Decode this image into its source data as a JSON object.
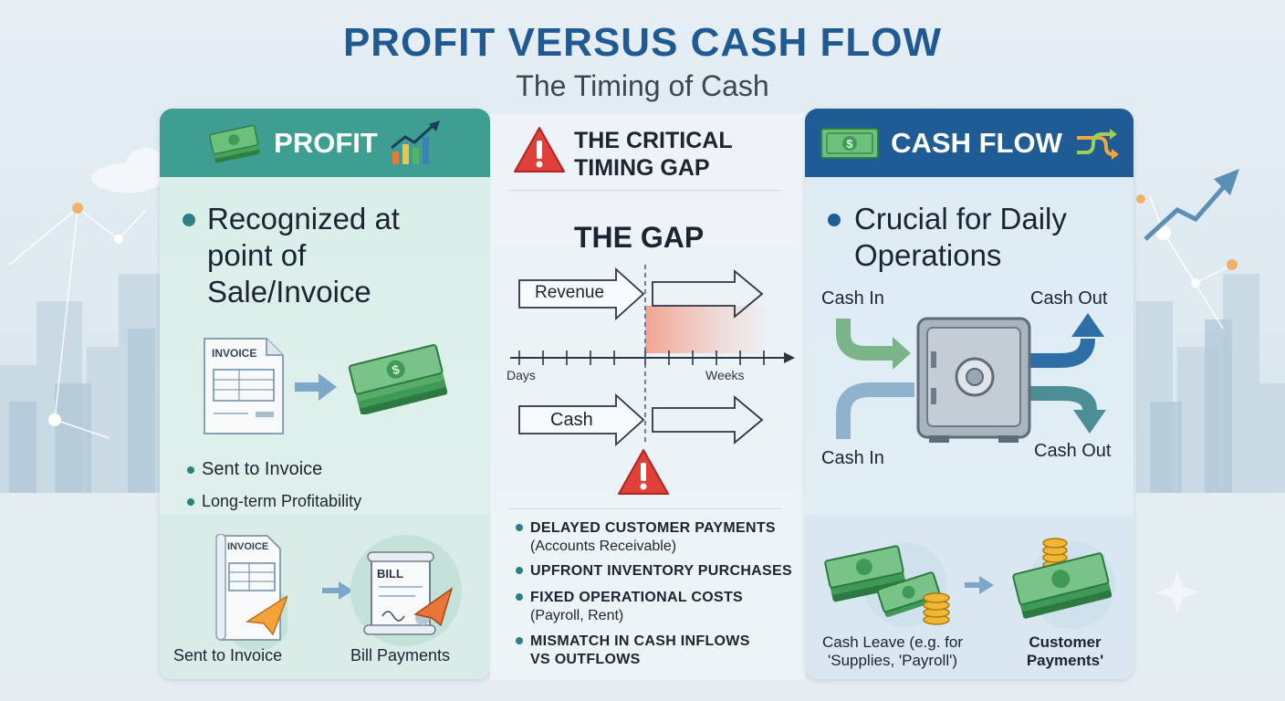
{
  "title": "PROFIT VERSUS CASH FLOW",
  "subtitle": "The Timing of Cash",
  "profit": {
    "header": "PROFIT",
    "main_point": [
      "Recognized at",
      "point of",
      "Sale/Invoice"
    ],
    "invoice_doc_label": "INVOICE",
    "bullets": [
      "Sent to Invoice",
      "Long-term Profitability"
    ],
    "bill_doc_label": "BILL",
    "bottom_labels": [
      "Sent to Invoice",
      "Bill Payments"
    ]
  },
  "gap": {
    "header": [
      "THE CRITICAL",
      "TIMING GAP"
    ],
    "gap_title": "THE GAP",
    "revenue_label": "Revenue",
    "cash_label": "Cash",
    "axis_left": "Days",
    "axis_right": "Weeks",
    "items": [
      {
        "title": "DELAYED CUSTOMER PAYMENTS",
        "sub": "(Accounts Receivable)"
      },
      {
        "title": "UPFRONT INVENTORY PURCHASES",
        "sub": ""
      },
      {
        "title": "FIXED OPERATIONAL COSTS",
        "sub": "(Payroll, Rent)"
      },
      {
        "title": "MISMATCH IN CASH INFLOWS",
        "sub": "VS OUTFLOWS"
      }
    ]
  },
  "cashflow": {
    "header": "CASH FLOW",
    "main_point": [
      "Crucial for Daily",
      "Operations"
    ],
    "cash_in_top": "Cash In",
    "cash_out_top": "Cash Out",
    "cash_in_bottom": "Cash In",
    "cash_out_bottom": "Cash Out",
    "left_caption": [
      "Cash Leave (e.g. for",
      "'Supplies, 'Payroll')"
    ],
    "right_caption": [
      "Customer",
      "Payments'"
    ]
  },
  "colors": {
    "title": "#1f5a93",
    "profit_header": "#3f9e92",
    "cash_header": "#1f5b94",
    "warning": "#e0403a",
    "money": "#3f9a55"
  }
}
